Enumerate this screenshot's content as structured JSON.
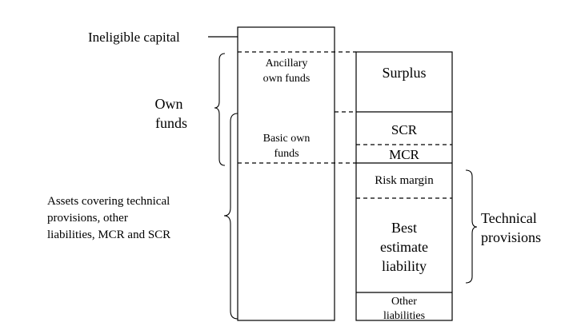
{
  "left_labels": {
    "ineligible_capital": "Ineligible capital",
    "own_funds_line1": "Own",
    "own_funds_line2": "funds",
    "assets_line1": "Assets covering technical",
    "assets_line2": "provisions, other",
    "assets_line3": "liabilities, MCR and SCR"
  },
  "asset_column": {
    "ancillary_line1": "Ancillary",
    "ancillary_line2": "own funds",
    "basic_line1": "Basic own",
    "basic_line2": "funds"
  },
  "liability_column": {
    "surplus": "Surplus",
    "scr": "SCR",
    "mcr": "MCR",
    "risk_margin": "Risk margin",
    "best_line1": "Best",
    "best_line2": "estimate",
    "best_line3": "liability",
    "other_line1": "Other",
    "other_line2": "liabilities"
  },
  "right_labels": {
    "technical_line1": "Technical",
    "technical_line2": "provisions"
  }
}
